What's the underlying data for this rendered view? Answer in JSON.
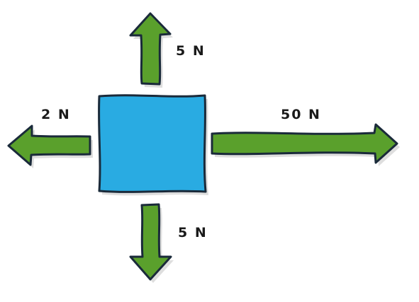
{
  "diagram": {
    "colors": {
      "box_fill": "#29abe2",
      "arrow_fill": "#5aa02c",
      "outline": "#1a2a3a",
      "shadow": "#c8c8c8"
    },
    "forces": [
      {
        "direction": "up",
        "label": "5 N"
      },
      {
        "direction": "left",
        "label": "2 N"
      },
      {
        "direction": "right",
        "label": "50 N"
      },
      {
        "direction": "down",
        "label": "5 N"
      }
    ]
  }
}
